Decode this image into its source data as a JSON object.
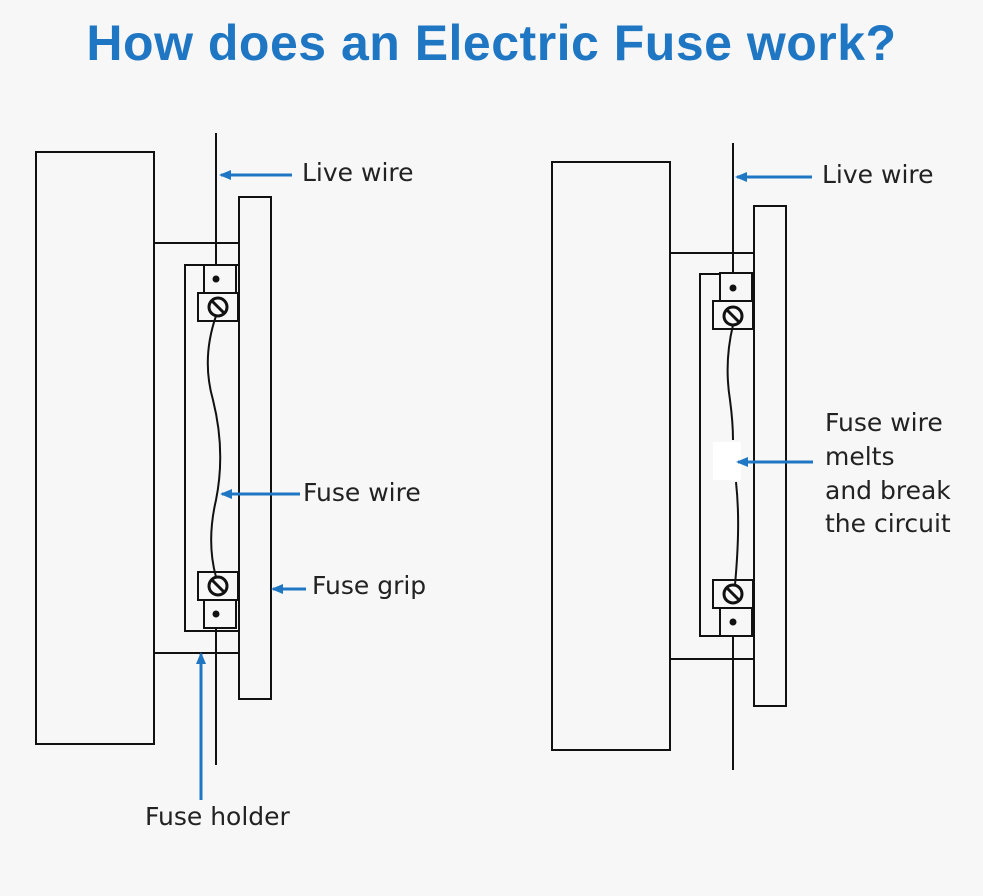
{
  "title": "How does an Electric Fuse work?",
  "colors": {
    "title": "#1f77c4",
    "arrow": "#1f77c4",
    "line": "#111111",
    "background": "#f7f7f7"
  },
  "left_diagram": {
    "live_wire_label": "Live wire",
    "fuse_wire_label": "Fuse wire",
    "fuse_grip_label": "Fuse grip",
    "fuse_holder_label": "Fuse holder"
  },
  "right_diagram": {
    "live_wire_label": "Live wire",
    "melt_label_lines": [
      "Fuse wire",
      "melts",
      "and break",
      "the circuit"
    ]
  }
}
